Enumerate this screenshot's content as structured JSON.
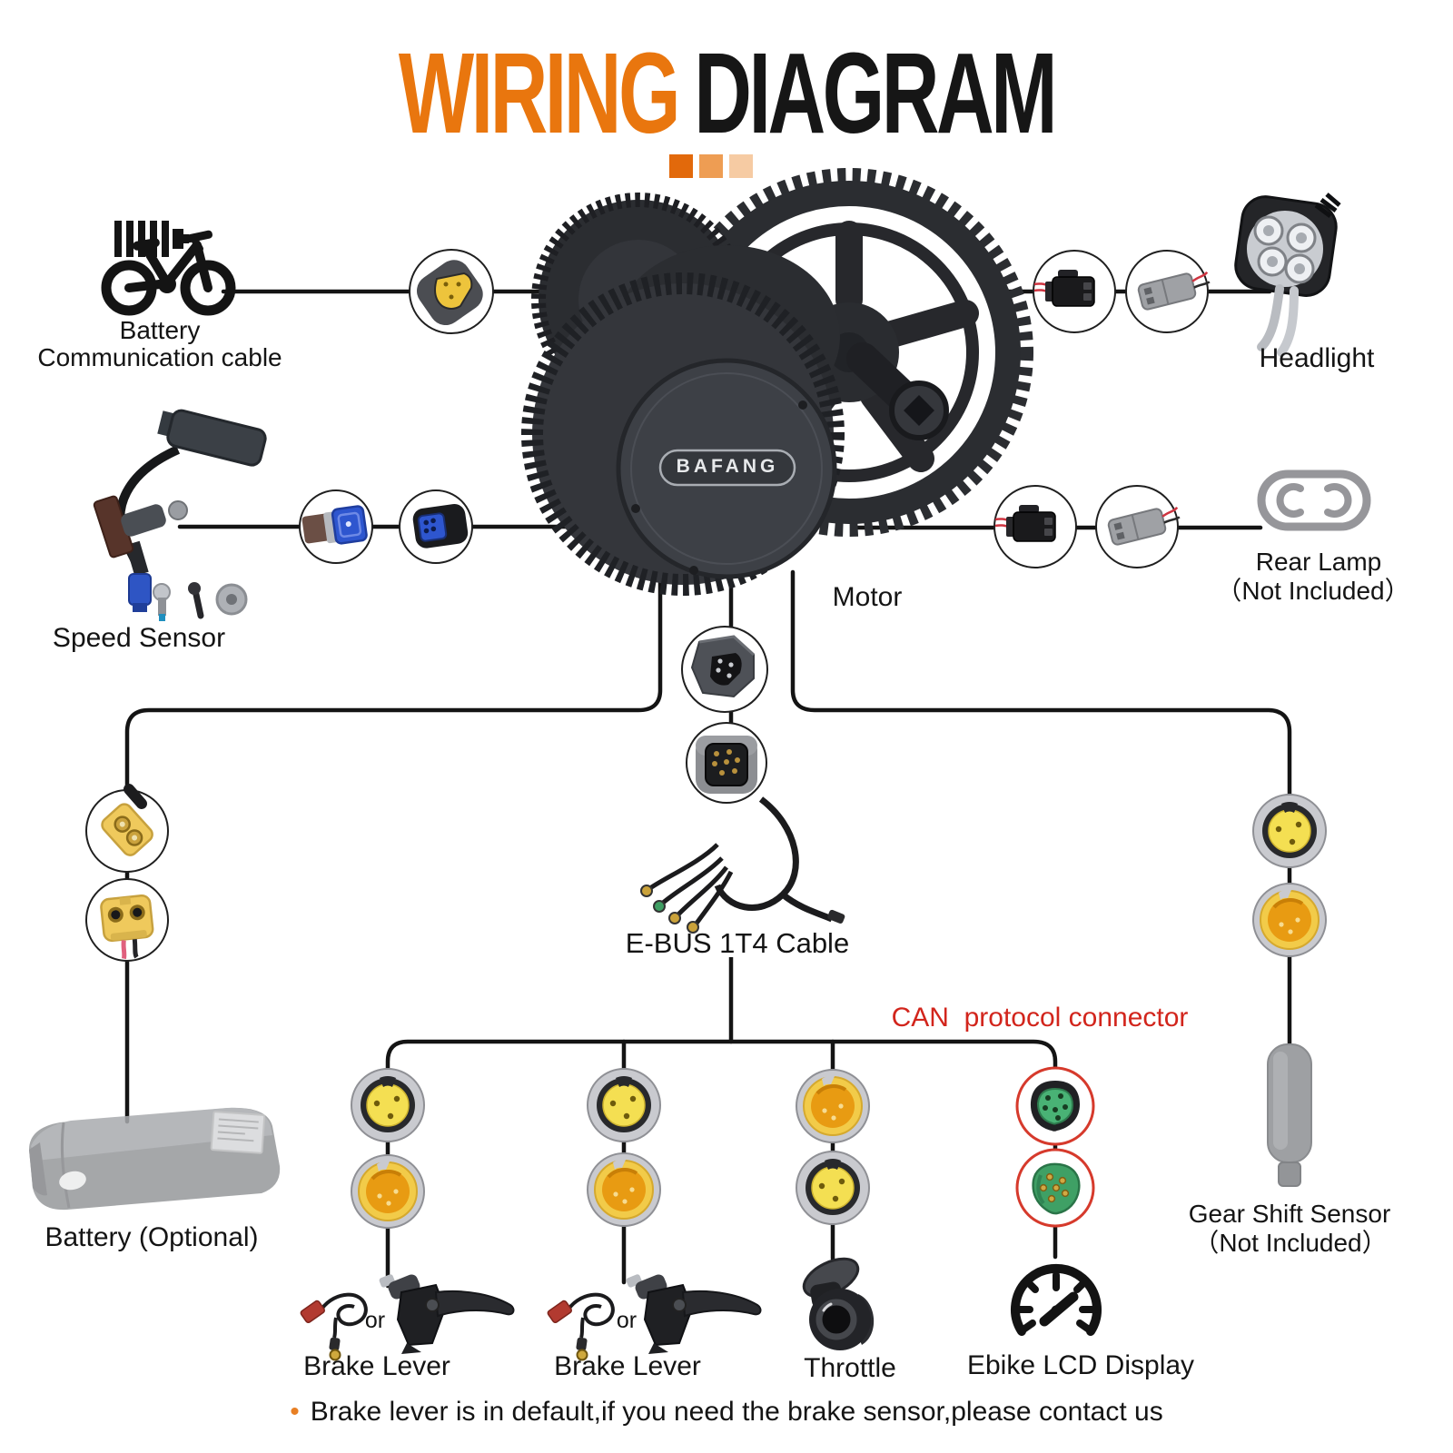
{
  "title": {
    "accent_word": "WIRING",
    "rest_word": "DIAGRAM"
  },
  "decor_squares": [
    "#E2690B",
    "#EE9D53",
    "#F6CBA3"
  ],
  "colors": {
    "accent_orange": "#E9760E",
    "can_red": "#D2251C",
    "wire_black": "#141414",
    "connector_yellow": "#F4DF52",
    "connector_orange": "#E89B12",
    "connector_green": "#49B275"
  },
  "nodes": {
    "battery_comm": {
      "label_line1": "Battery",
      "label_line2": "Communication cable"
    },
    "speed_sensor": {
      "label": "Speed Sensor"
    },
    "motor": {
      "label": "Motor",
      "brand": "BAFANG"
    },
    "headlight": {
      "label": "Headlight"
    },
    "rear_lamp": {
      "label_line1": "Rear Lamp",
      "label_line2": "（Not Included）"
    },
    "ebus_cable": {
      "label": "E-BUS 1T4 Cable"
    },
    "can_note": {
      "label": "CAN  protocol connector"
    },
    "battery_optional": {
      "label": "Battery (Optional)"
    },
    "gear_shift": {
      "label_line1": "Gear Shift Sensor",
      "label_line2": "（Not Included）"
    },
    "brake_lever_1": {
      "label": "Brake Lever",
      "or": "or"
    },
    "brake_lever_2": {
      "label": "Brake Lever",
      "or": "or"
    },
    "throttle": {
      "label": "Throttle"
    },
    "lcd_display": {
      "label": "Ebike LCD Display"
    }
  },
  "footnote": {
    "bullet": "•",
    "text": "Brake lever is in default,if you need the brake sensor,please contact us"
  }
}
